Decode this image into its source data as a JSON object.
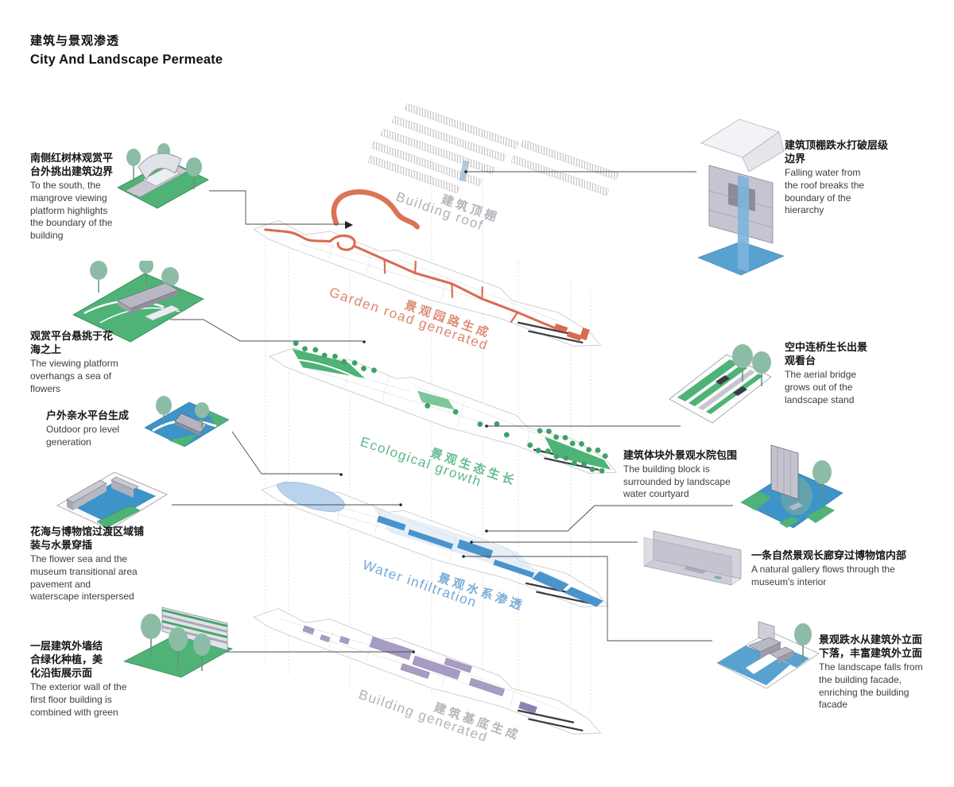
{
  "title": {
    "zh": "建筑与景观渗透",
    "en": "City And Landscape Permeate"
  },
  "layers": [
    {
      "id": "building-roof",
      "zh": "建筑顶棚",
      "en": "Building roof",
      "color": "#a8a8b0"
    },
    {
      "id": "garden-road",
      "zh": "景观园路生成",
      "en": "Garden road generated",
      "color": "#d8795c"
    },
    {
      "id": "ecological",
      "zh": "景观生态生长",
      "en": "Ecological growth",
      "color": "#4cb07c"
    },
    {
      "id": "water",
      "zh": "景观水系渗透",
      "en": "Water infiltration",
      "color": "#619dd4"
    },
    {
      "id": "building-base",
      "zh": "建筑基底生成",
      "en": "Building generated",
      "color": "#a8a8b0"
    }
  ],
  "annotations": {
    "left": [
      {
        "id": "mangrove-platform",
        "icon": "mangrove-platform-axon",
        "zh": "南侧红树林观赏平台外挑出建筑边界",
        "en": "To the south, the mangrove viewing platform highlights the boundary of the building"
      },
      {
        "id": "viewing-platform",
        "icon": "flower-sea-platform-axon",
        "zh": "观赏平台悬挑于花海之上",
        "en": "The viewing platform overhangs a sea of flowers"
      },
      {
        "id": "outdoor-water-platform",
        "icon": "waterfront-platform-axon",
        "zh": "户外亲水平台生成",
        "en": "Outdoor pro level generation"
      },
      {
        "id": "flower-sea-transition",
        "icon": "transition-pool-axon",
        "zh": "花海与博物馆过渡区域铺装与水景穿插",
        "en": "The flower sea and the museum transitional area pavement and waterscape interspersed"
      },
      {
        "id": "green-exterior-wall",
        "icon": "green-wall-axon",
        "zh": "一层建筑外墙结合绿化种植，美化沿街展示面",
        "en": "The exterior wall of the first floor building is combined with green"
      }
    ],
    "right": [
      {
        "id": "roof-falling-water",
        "icon": "roof-waterfall-axon",
        "zh": "建筑顶棚跌水打破层级边界",
        "en": "Falling water from the roof breaks the boundary of the hierarchy"
      },
      {
        "id": "aerial-bridge",
        "icon": "bridge-stand-axon",
        "zh": "空中连桥生长出景观看台",
        "en": "The aerial bridge grows out of the landscape stand"
      },
      {
        "id": "water-courtyard",
        "icon": "water-courtyard-axon",
        "zh": "建筑体块外景观水院包围",
        "en": "The building block is surrounded by landscape water courtyard"
      },
      {
        "id": "natural-gallery",
        "icon": "gallery-channel-axon",
        "zh": "一条自然景观长廊穿过博物馆内部",
        "en": "A natural gallery flows through the museum's interior"
      },
      {
        "id": "facade-falling-water",
        "icon": "facade-waterfall-axon",
        "zh": "景观跌水从建筑外立面下落，丰富建筑外立面",
        "en": "The landscape falls from the building facade, enriching the building facade"
      }
    ]
  },
  "palette": {
    "road": "#d96b4e",
    "lawn": "#4db377",
    "tree_dark": "#3da268",
    "tree_soft": "#8cbca6",
    "water": "#4a93cb",
    "water_light": "#b9d3ec",
    "building_purple": "#a79cc3",
    "structure_gray": "#c6c6ca",
    "leader": "#4c4c4c"
  }
}
